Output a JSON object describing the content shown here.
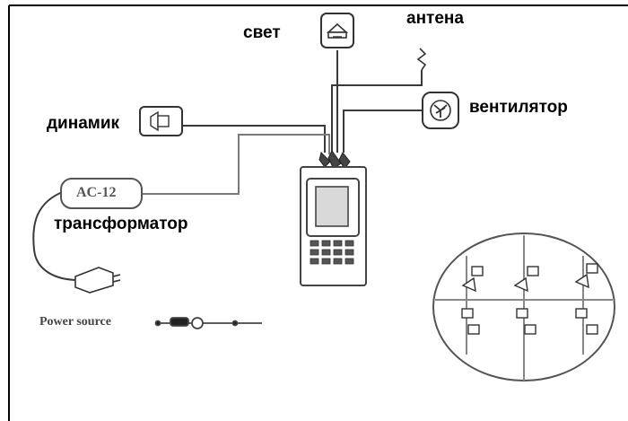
{
  "labels": {
    "light": "свет",
    "antenna": "антена",
    "fan": "вентилятор",
    "speaker": "динамик",
    "transformer_model": "AC-12",
    "transformer": "трансформатор",
    "power_source": "Power source"
  },
  "icons": {
    "light": "ceiling-lamp-icon",
    "antenna": "antenna-icon",
    "fan": "fan-icon",
    "speaker": "speaker-icon",
    "plug": "power-plug-icon",
    "controller": "remote-controller-icon"
  },
  "colors": {
    "line": "#3a3a3a",
    "line_light": "#8a8a8a",
    "frame": "#000000",
    "background": "#ffffff"
  }
}
